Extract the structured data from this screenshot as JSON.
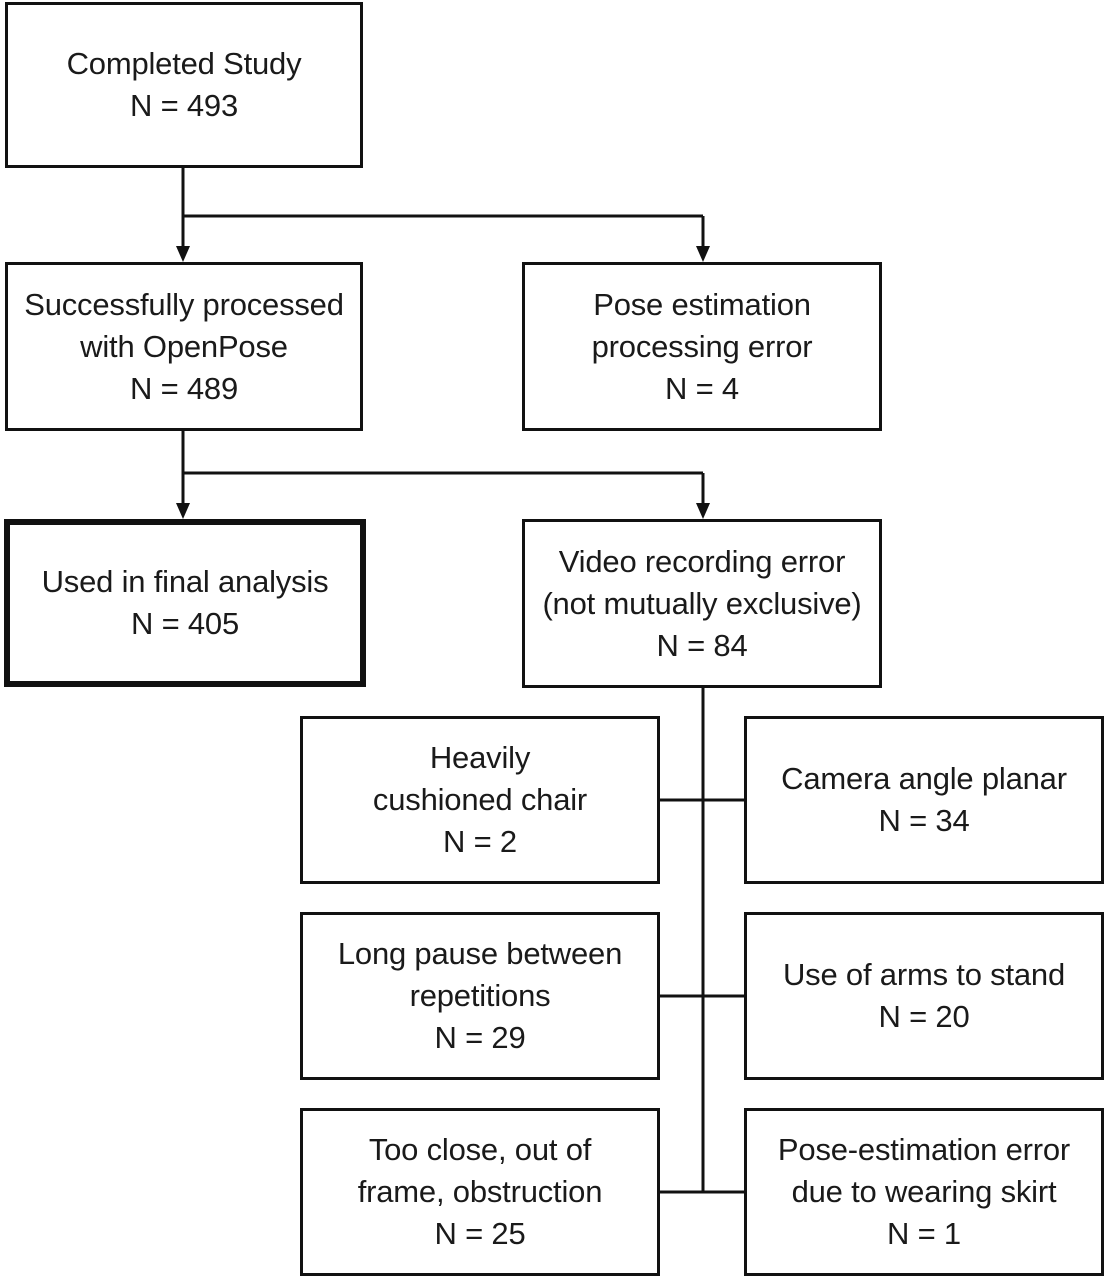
{
  "nodes": {
    "completed": {
      "lines": [
        "Completed Study"
      ],
      "count": "N = 493"
    },
    "processed": {
      "lines": [
        "Successfully processed",
        "with OpenPose"
      ],
      "count": "N = 489"
    },
    "pose_error": {
      "lines": [
        "Pose estimation",
        "processing error"
      ],
      "count": "N = 4"
    },
    "final": {
      "lines": [
        "Used in final analysis"
      ],
      "count": "N = 405"
    },
    "video_error": {
      "lines": [
        "Video recording error",
        "(not mutually exclusive)"
      ],
      "count": "N = 84"
    },
    "cushioned": {
      "lines": [
        "Heavily",
        "cushioned chair"
      ],
      "count": "N = 2"
    },
    "camera": {
      "lines": [
        "Camera angle planar"
      ],
      "count": "N = 34"
    },
    "pause": {
      "lines": [
        "Long pause between",
        "repetitions"
      ],
      "count": "N = 29"
    },
    "arms": {
      "lines": [
        "Use of arms to stand"
      ],
      "count": "N = 20"
    },
    "close": {
      "lines": [
        "Too close, out of",
        "frame, obstruction"
      ],
      "count": "N = 25"
    },
    "skirt": {
      "lines": [
        "Pose-estimation error",
        "due to wearing skirt"
      ],
      "count": "N = 1"
    }
  }
}
